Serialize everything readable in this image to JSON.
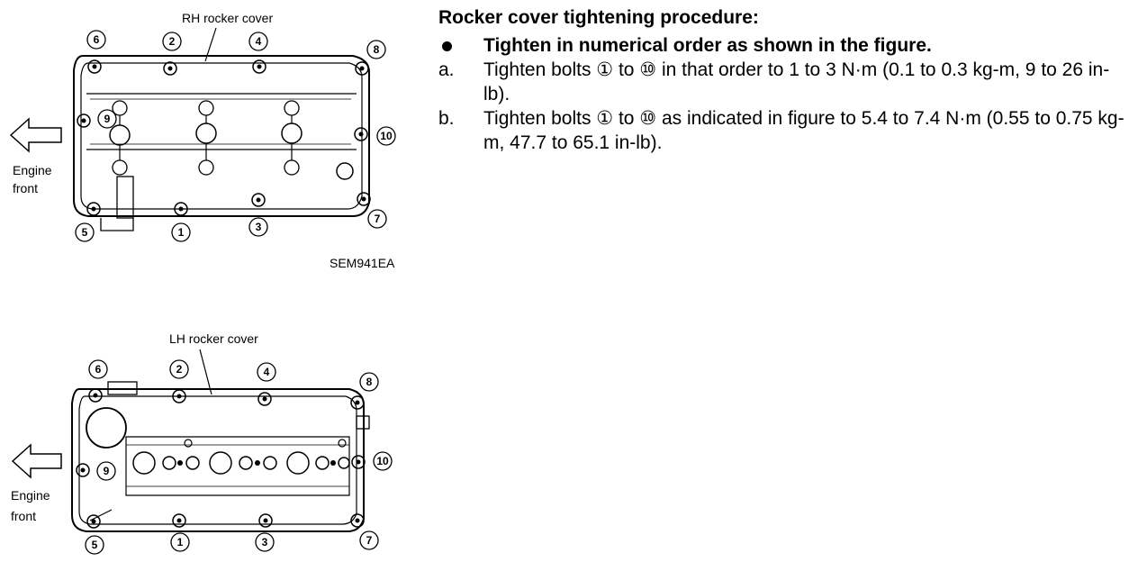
{
  "procedure": {
    "title": "Rocker cover tightening procedure:",
    "bullet": "Tighten in numerical order as shown in the figure.",
    "step_a_marker": "a.",
    "step_a": "Tighten bolts ① to ⑩ in that order to 1 to 3 N·m (0.1 to 0.3 kg-m, 9 to 26 in-lb).",
    "step_b_marker": "b.",
    "step_b": "Tighten bolts ① to ⑩ as indicated in figure to 5.4 to 7.4 N·m (0.55 to 0.75 kg-m, 47.7 to 65.1 in-lb)."
  },
  "rh_figure": {
    "label": "RH rocker cover",
    "engine_front_line1": "Engine",
    "engine_front_line2": "front",
    "code": "SEM941EA",
    "bolts": [
      "1",
      "2",
      "3",
      "4",
      "5",
      "6",
      "7",
      "8",
      "9",
      "10"
    ]
  },
  "lh_figure": {
    "label": "LH rocker cover",
    "engine_front_line1": "Engine",
    "engine_front_line2": "front",
    "bolts": [
      "1",
      "2",
      "3",
      "4",
      "5",
      "6",
      "7",
      "8",
      "9",
      "10"
    ]
  },
  "icons": {
    "arrow": "left-arrow-icon",
    "bolt": "bolt-head-icon"
  }
}
